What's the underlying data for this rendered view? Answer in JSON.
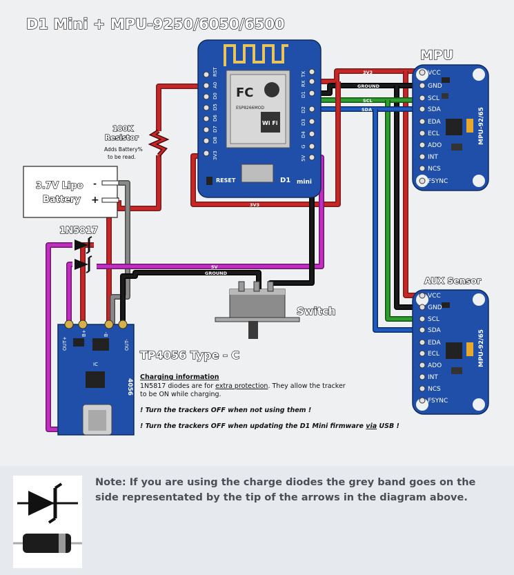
{
  "title": "D1 Mini + MPU-9250/6050/6500",
  "labels": {
    "mpu": "MPU",
    "aux_sensor": "AUX Sensor",
    "resistor": "180K",
    "resistor_word": "Resistor",
    "resistor_note_1": "Adds Battery%",
    "resistor_note_2": "to be read.",
    "battery_1": "3.7V Lipo",
    "battery_2": "Battery",
    "battery_minus": "-",
    "battery_plus": "+",
    "diode": "1N5817",
    "switch": "Switch",
    "tp4056": "TP4056 Type - C",
    "d1": "D1",
    "d1_logo": "mini",
    "reset": "RESET",
    "wire_3v3_top": "3V3",
    "wire_ground_top": "GROUND",
    "wire_scl": "SCL",
    "wire_sda": "SDA",
    "wire_3v3_bottom": "3V3",
    "wire_5v": "5V",
    "wire_ground_bottom": "GROUND",
    "esp_chip": "ESP8266MOD",
    "esp_wifi": "Wi Fi",
    "esp_fc": "FC"
  },
  "d1_pins_left": [
    "RST",
    "A0",
    "D0",
    "D5",
    "D6",
    "D7",
    "D8",
    "3V3"
  ],
  "d1_pins_right": [
    "TX",
    "RX",
    "D1",
    "D2",
    "D3",
    "D4",
    "G",
    "5V"
  ],
  "mpu_pins": [
    "VCC",
    "GND",
    "SCL",
    "SDA",
    "EDA",
    "ECL",
    "ADO",
    "INT",
    "NCS",
    "FSYNC"
  ],
  "mpu_board_label": "MPU-92/65",
  "tp4056_pins": {
    "out_minus": "OUT-",
    "b_minus": "B-",
    "b_plus": "B+",
    "out_plus": "OUT+",
    "side": "4056",
    "side2": "IC"
  },
  "charging_info": {
    "heading": "Charging information",
    "line1_pre": "1N5817 diodes are for ",
    "line1_link": "extra protection",
    "line1_post": ". They allow the tracker",
    "line2": "to be ON while charging.",
    "warn1": "! Turn the trackers OFF when not using them !",
    "warn2_pre": "! Turn the trackers OFF when updating the D1 Mini firmware ",
    "warn2_via": "via",
    "warn2_usb": " USB !"
  },
  "note": "Note: If you are using the charge diodes the grey band goes on the side representated by the tip of the arrows in the diagram above.",
  "colors": {
    "red_wire": "#c62828",
    "black_wire": "#1a1a1a",
    "green_wire": "#2e9e2e",
    "blue_wire": "#1e5bbf",
    "magenta_wire": "#c02fc0",
    "grey_wire": "#8a8a8a",
    "board_blue": "#1f4fa8"
  }
}
